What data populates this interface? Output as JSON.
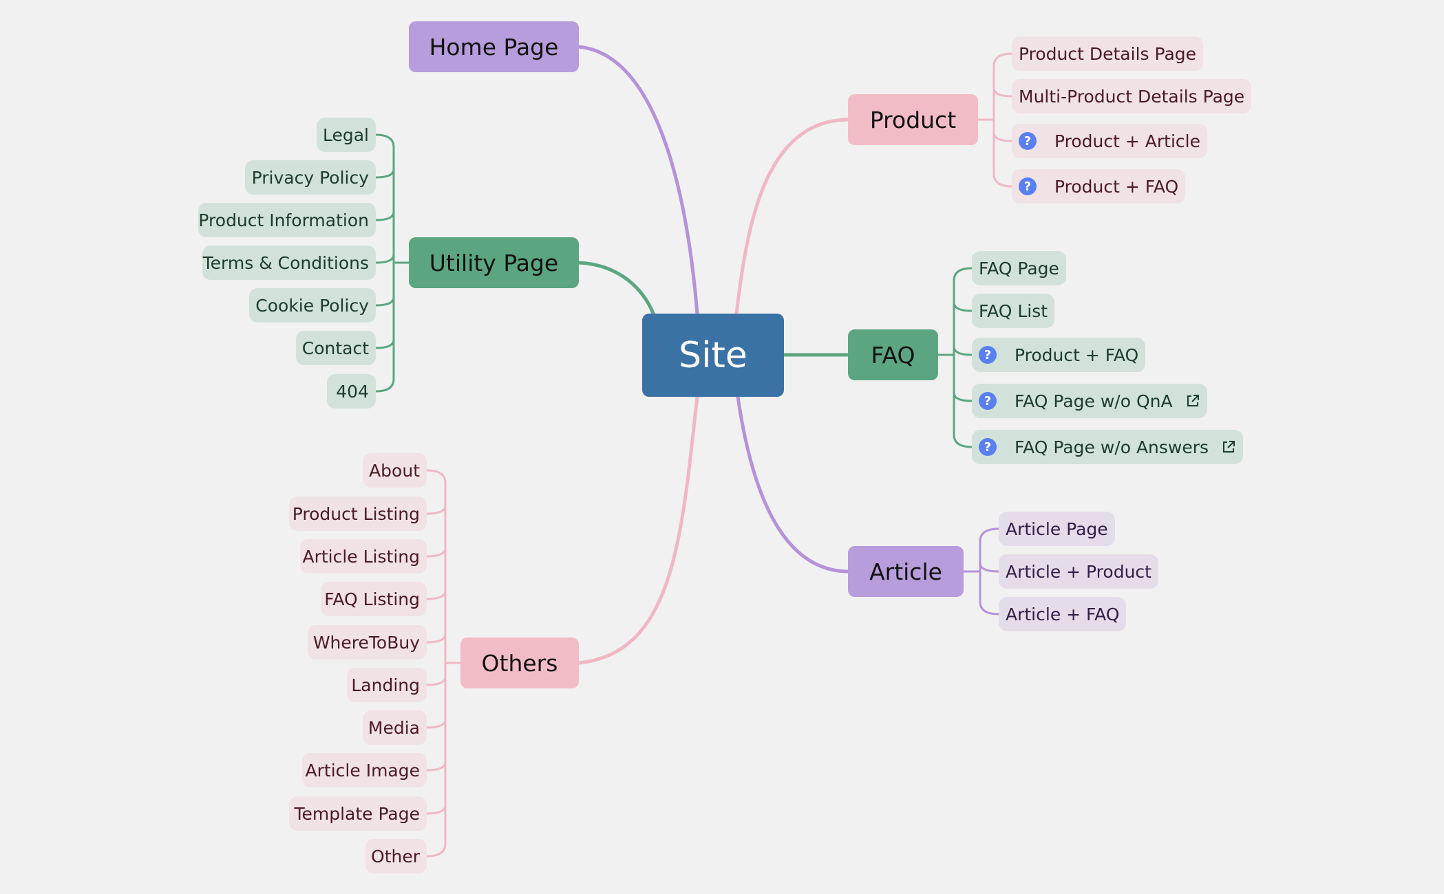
{
  "root": {
    "label": "Site",
    "color": "#3b72a5"
  },
  "branches": {
    "home": {
      "label": "Home Page",
      "color": "#b79ddc",
      "line": "#b592d9"
    },
    "utility": {
      "label": "Utility Page",
      "color": "#5ba680",
      "line": "#5ba680",
      "children": [
        "Legal",
        "Privacy Policy",
        "Product Information",
        "Terms & Conditions",
        "Cookie Policy",
        "Contact",
        "404"
      ]
    },
    "others": {
      "label": "Others",
      "color": "#f2bcc7",
      "line": "#f0b8c4",
      "children": [
        "About",
        "Product Listing",
        "Article Listing",
        "FAQ Listing",
        "WhereToBuy",
        "Landing",
        "Media",
        "Article Image",
        "Template Page",
        "Other"
      ]
    },
    "product": {
      "label": "Product",
      "color": "#f2bcc7",
      "line": "#f0b8c4",
      "children": [
        {
          "label": "Product Details Page",
          "question": false,
          "external": false
        },
        {
          "label": "Multi-Product Details Page",
          "question": false,
          "external": false
        },
        {
          "label": "Product + Article",
          "question": true,
          "external": false
        },
        {
          "label": "Product + FAQ",
          "question": true,
          "external": false
        }
      ]
    },
    "faq": {
      "label": "FAQ",
      "color": "#5ba680",
      "line": "#5ba680",
      "children": [
        {
          "label": "FAQ Page",
          "question": false,
          "external": false
        },
        {
          "label": "FAQ List",
          "question": false,
          "external": false
        },
        {
          "label": "Product + FAQ",
          "question": true,
          "external": false
        },
        {
          "label": "FAQ Page w/o QnA",
          "question": true,
          "external": true
        },
        {
          "label": "FAQ Page w/o Answers",
          "question": true,
          "external": true
        }
      ]
    },
    "article": {
      "label": "Article",
      "color": "#b79ddc",
      "line": "#b592d9",
      "children": [
        {
          "label": "Article Page",
          "question": false,
          "external": false
        },
        {
          "label": "Article + Product",
          "question": false,
          "external": false
        },
        {
          "label": "Article + FAQ",
          "question": false,
          "external": false
        }
      ]
    }
  },
  "icons": {
    "question": "question-circle-icon",
    "external": "external-link-icon"
  }
}
